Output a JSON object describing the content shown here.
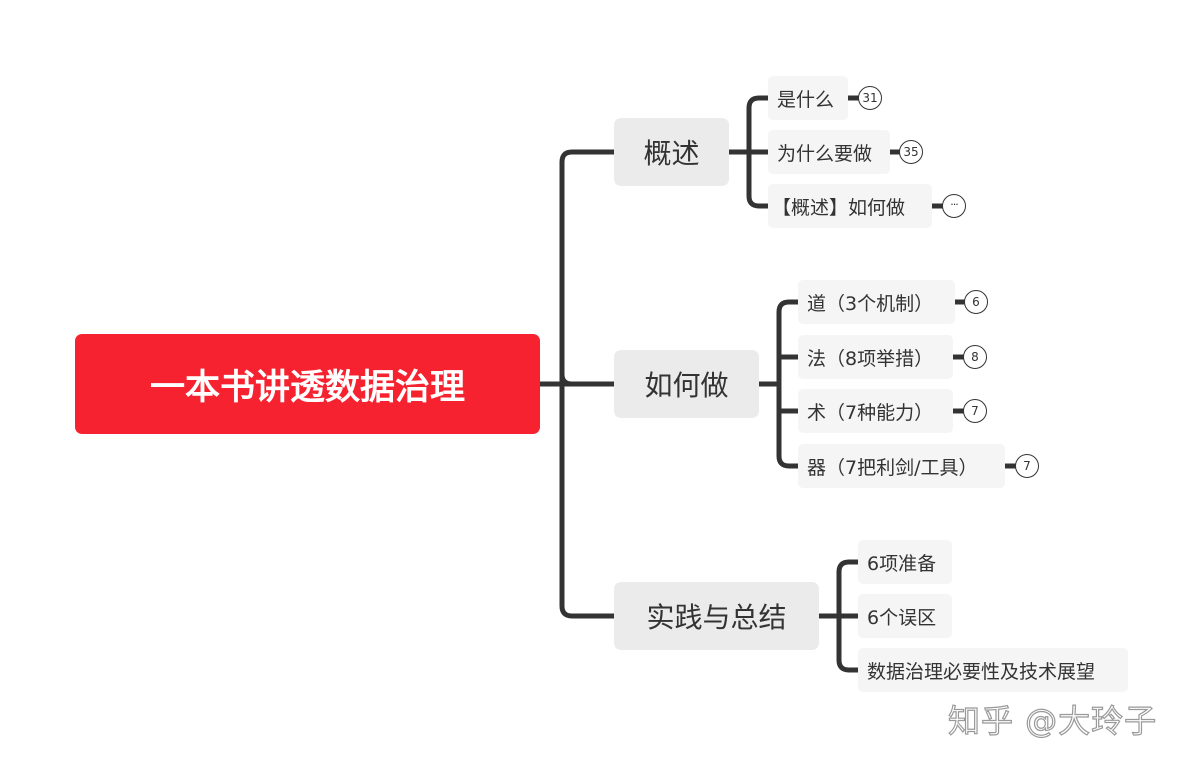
{
  "root": {
    "label": "一本书讲透数据治理"
  },
  "branches": [
    {
      "label": "概述",
      "children": [
        {
          "label": "是什么",
          "badge": "31"
        },
        {
          "label": "为什么要做",
          "badge": "35"
        },
        {
          "label": "【概述】如何做",
          "badge": "···"
        }
      ]
    },
    {
      "label": "如何做",
      "children": [
        {
          "label": "道（3个机制）",
          "badge": "6"
        },
        {
          "label": "法（8项举措）",
          "badge": "8"
        },
        {
          "label": "术（7种能力）",
          "badge": "7"
        },
        {
          "label": "器（7把利剑/工具）",
          "badge": "7"
        }
      ]
    },
    {
      "label": "实践与总结",
      "children": [
        {
          "label": "6项准备"
        },
        {
          "label": "6个误区"
        },
        {
          "label": "数据治理必要性及技术展望"
        }
      ]
    }
  ],
  "watermark": "知乎 @大玲子",
  "colors": {
    "root_fill": "#f7222f",
    "level1_fill": "#ebebeb",
    "level2_fill": "#f5f5f5",
    "connector": "#333333",
    "text": "#333333"
  }
}
